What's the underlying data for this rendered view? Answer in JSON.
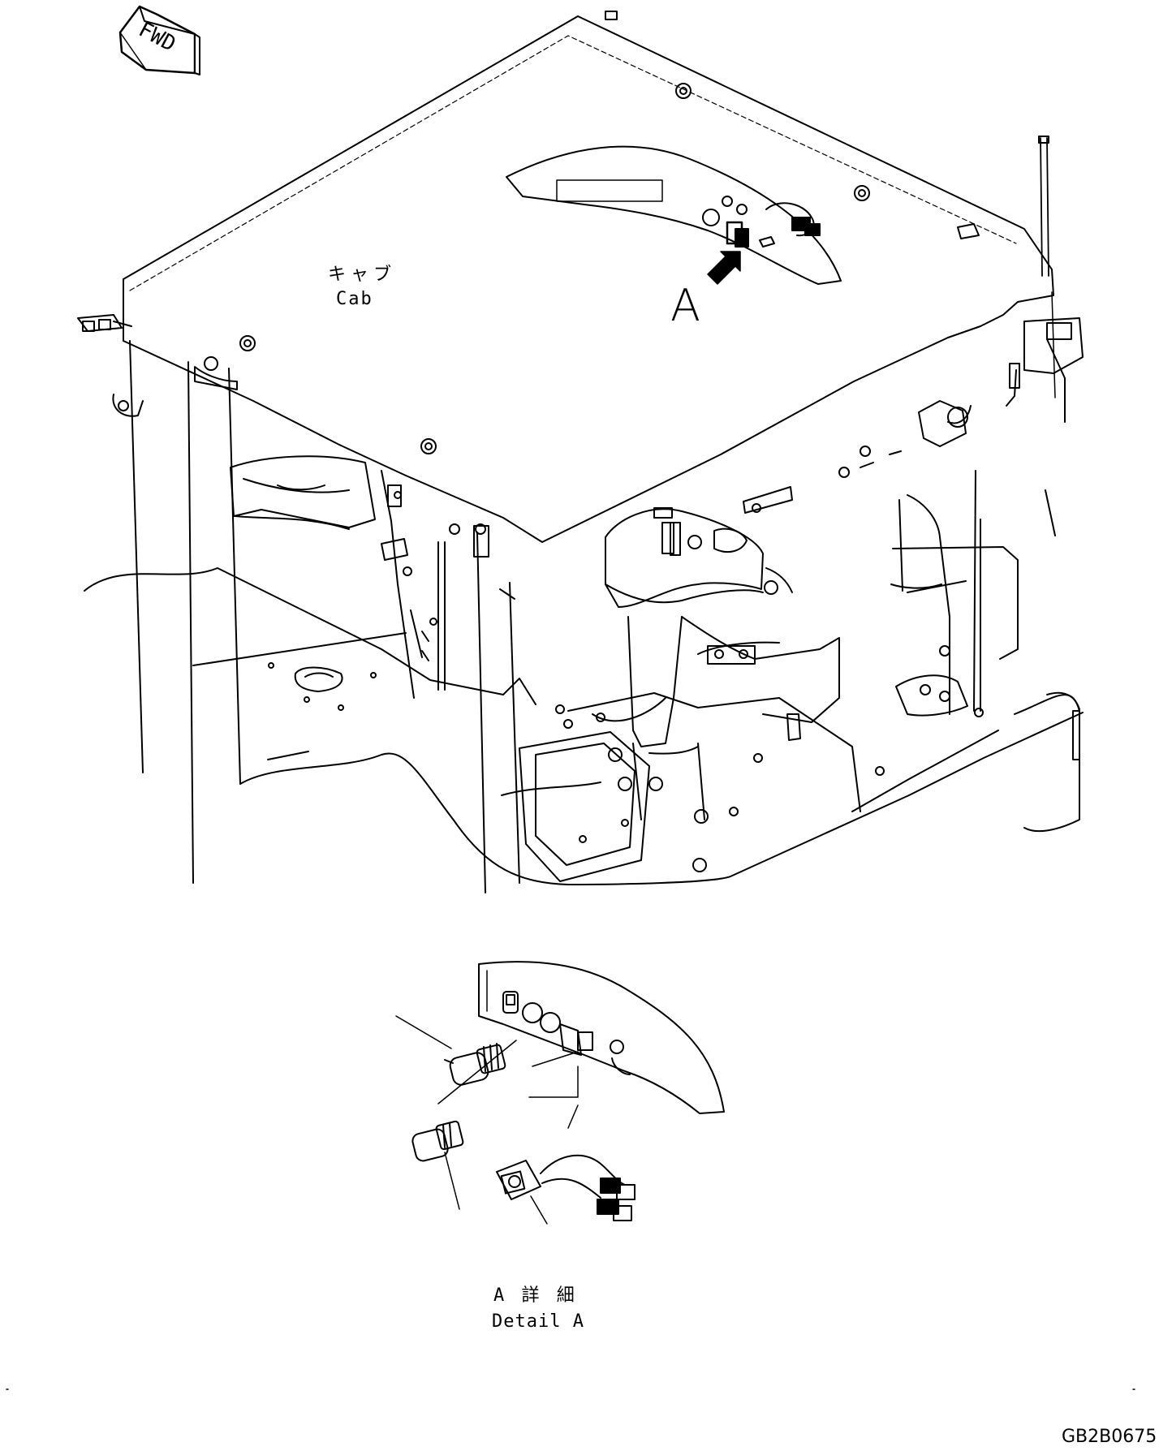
{
  "labels": {
    "fwd": "FWD",
    "cab_jp": "キャブ",
    "cab_en": "Cab",
    "callout_a": "A",
    "detail_jp": "A 詳 細",
    "detail_en": "Detail A",
    "drawing_id": "GB2B0675"
  }
}
